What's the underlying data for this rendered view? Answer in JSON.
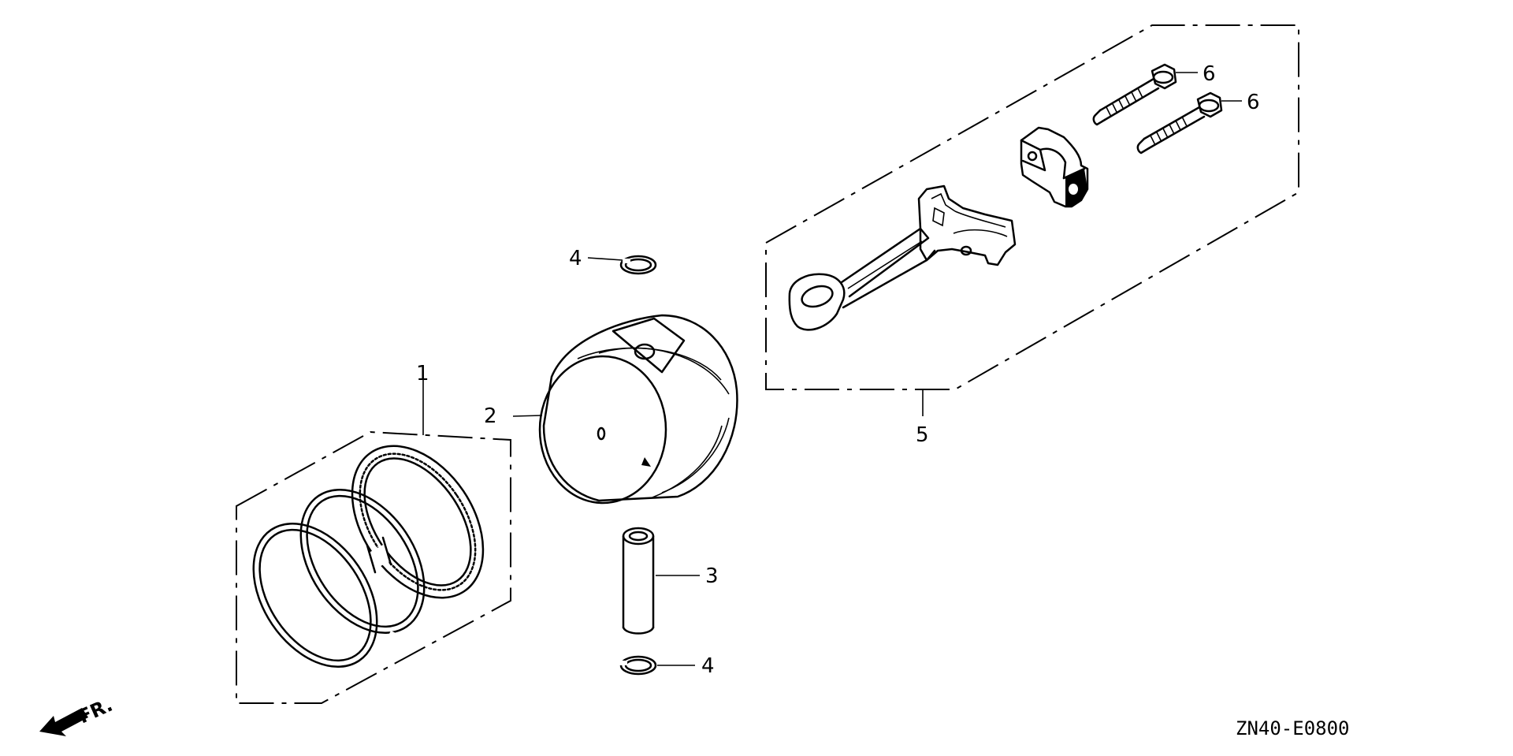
{
  "callouts": {
    "piston_ring_set": "1",
    "piston": "2",
    "piston_pin": "3",
    "pin_clip_top": "4",
    "pin_clip_bottom": "4",
    "connecting_rod_set": "5",
    "rod_bolt_a": "6",
    "rod_bolt_b": "6"
  },
  "direction_label": "FR.",
  "drawing_code": "ZN40-E0800"
}
